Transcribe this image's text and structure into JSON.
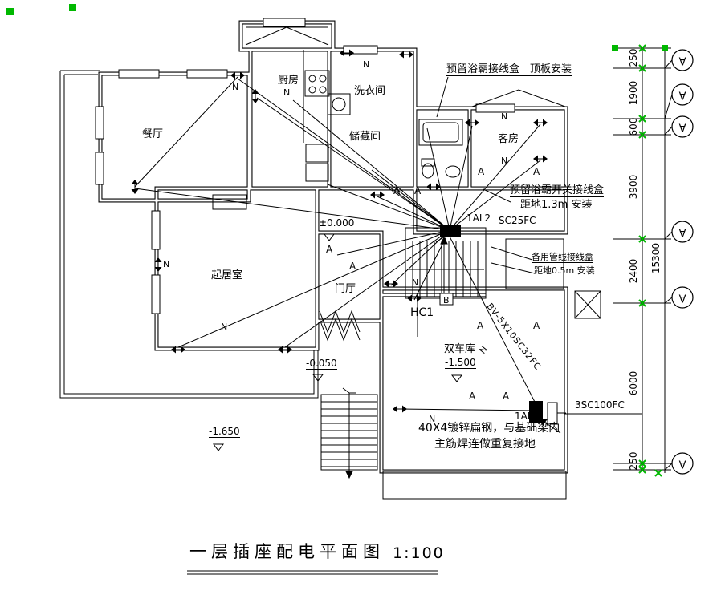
{
  "drawing": {
    "title": "一层插座配电平面图",
    "scale": "1:100"
  },
  "rooms": {
    "dining": "餐厅",
    "kitchen": "厨房",
    "laundry": "洗衣间",
    "storage": "储藏间",
    "guest": "客房",
    "living": "起居室",
    "foyer": "门厅",
    "garage": "双车库"
  },
  "annotations": {
    "bath_heater_box": "预留浴霸接线盒　顶板安装",
    "bath_switch_box_1": "预留浴霸开关接线盒",
    "bath_switch_box_2": "距地1.3m 安装",
    "spare_box_1": "备用管线接线盒",
    "spare_box_2": "距地0.5m 安装",
    "grounding_1": "40X4镀锌扁钢，与基础梁内",
    "grounding_2": "主筋焊连做重复接地"
  },
  "devices": {
    "panel_1al1": "1AL1",
    "panel_1al2": "1AL2",
    "hc1": "HC1",
    "b_box": "B"
  },
  "circuits": {
    "sc25": "SC25FC",
    "sc100": "3SC100FC",
    "riser": "BV-5X10SC32FC"
  },
  "elevations": {
    "zero": "±0.000",
    "minus_005": "-0.050",
    "minus_150": "-1.500",
    "minus_165": "-1.650"
  },
  "dimensions": {
    "chain": [
      "250",
      "1900",
      "600",
      "3900",
      "2400",
      "6000",
      "250"
    ],
    "overall": "15300"
  },
  "axis": {
    "bubble_letter": "A"
  },
  "wire_labels": {
    "n": "N",
    "a": "A"
  },
  "colors": {
    "line": "#000000",
    "grip_green": "#00b800",
    "background": "#ffffff"
  }
}
